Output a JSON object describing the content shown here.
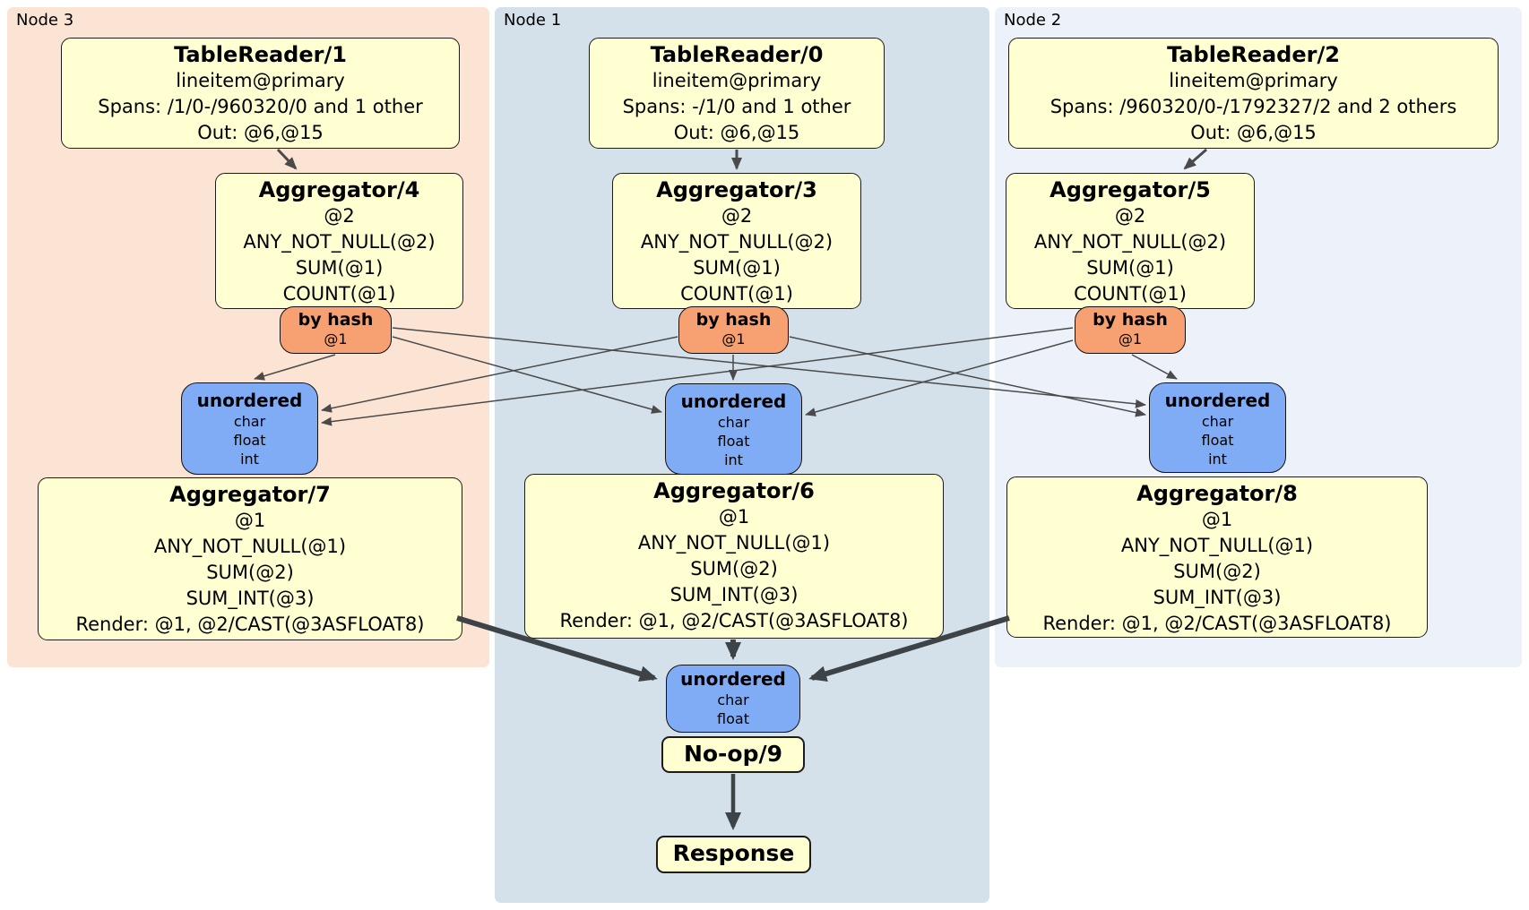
{
  "regions": {
    "node3": {
      "label": "Node 3"
    },
    "node1": {
      "label": "Node 1"
    },
    "node2": {
      "label": "Node 2"
    }
  },
  "colors": {
    "node3_bg": "#fce4d4",
    "node1_bg": "#d4e1ea",
    "node2_bg": "#ecf1fa",
    "processor_bg": "#ffffd2",
    "router_bg": "#f7a071",
    "sync_bg": "#80acf6",
    "edge_thin": "#4a4a4a",
    "edge_thick": "#3d4347"
  },
  "nodes": {
    "tr1": {
      "title": "TableReader/1",
      "lines": [
        "lineitem@primary",
        "Spans: /1/0-/960320/0 and 1 other",
        "Out: @6,@15"
      ]
    },
    "tr0": {
      "title": "TableReader/0",
      "lines": [
        "lineitem@primary",
        "Spans: -/1/0 and 1 other",
        "Out: @6,@15"
      ]
    },
    "tr2": {
      "title": "TableReader/2",
      "lines": [
        "lineitem@primary",
        "Spans: /960320/0-/1792327/2 and 2 others",
        "Out: @6,@15"
      ]
    },
    "agg4": {
      "title": "Aggregator/4",
      "lines": [
        "@2",
        "ANY_NOT_NULL(@2)",
        "SUM(@1)",
        "COUNT(@1)"
      ]
    },
    "agg3": {
      "title": "Aggregator/3",
      "lines": [
        "@2",
        "ANY_NOT_NULL(@2)",
        "SUM(@1)",
        "COUNT(@1)"
      ]
    },
    "agg5": {
      "title": "Aggregator/5",
      "lines": [
        "@2",
        "ANY_NOT_NULL(@2)",
        "SUM(@1)",
        "COUNT(@1)"
      ]
    },
    "hashL": {
      "title": "by hash",
      "lines": [
        "@1"
      ]
    },
    "hashC": {
      "title": "by hash",
      "lines": [
        "@1"
      ]
    },
    "hashR": {
      "title": "by hash",
      "lines": [
        "@1"
      ]
    },
    "unordL": {
      "title": "unordered",
      "lines": [
        "char",
        "float",
        "int"
      ]
    },
    "unordC": {
      "title": "unordered",
      "lines": [
        "char",
        "float",
        "int"
      ]
    },
    "unordR": {
      "title": "unordered",
      "lines": [
        "char",
        "float",
        "int"
      ]
    },
    "agg7": {
      "title": "Aggregator/7",
      "lines": [
        "@1",
        "ANY_NOT_NULL(@1)",
        "SUM(@2)",
        "SUM_INT(@3)",
        "Render: @1, @2/CAST(@3ASFLOAT8)"
      ]
    },
    "agg6": {
      "title": "Aggregator/6",
      "lines": [
        "@1",
        "ANY_NOT_NULL(@1)",
        "SUM(@2)",
        "SUM_INT(@3)",
        "Render: @1, @2/CAST(@3ASFLOAT8)"
      ]
    },
    "agg8": {
      "title": "Aggregator/8",
      "lines": [
        "@1",
        "ANY_NOT_NULL(@1)",
        "SUM(@2)",
        "SUM_INT(@3)",
        "Render: @1, @2/CAST(@3ASFLOAT8)"
      ]
    },
    "unordB": {
      "title": "unordered",
      "lines": [
        "char",
        "float"
      ]
    },
    "noop": {
      "title": "No-op/9"
    },
    "response": {
      "title": "Response"
    }
  }
}
